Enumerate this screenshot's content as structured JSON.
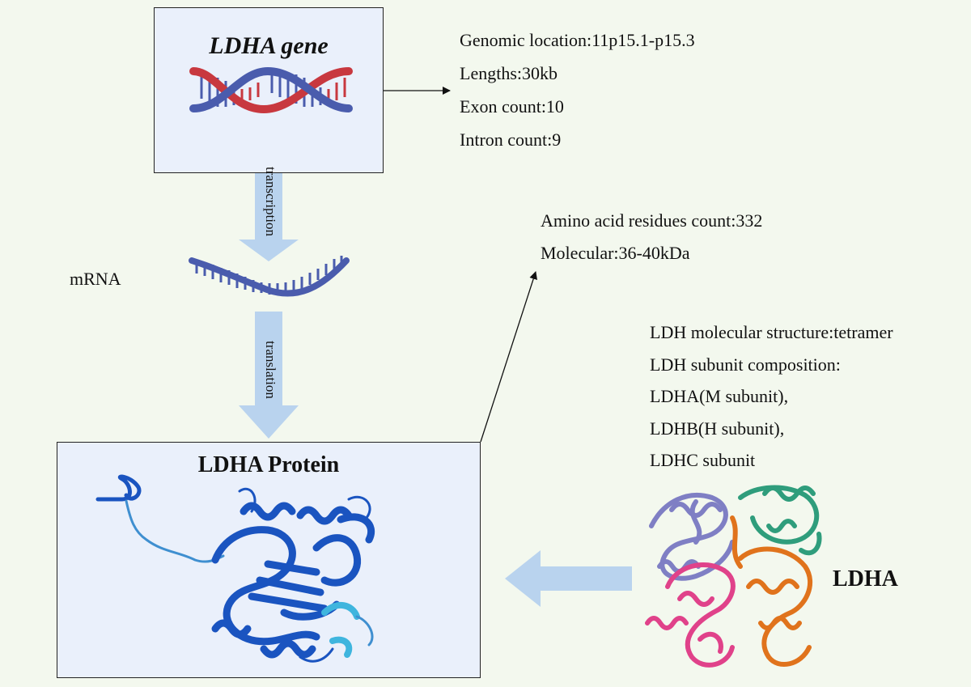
{
  "gene_box": {
    "title": "LDHA gene"
  },
  "gene_info": [
    "Genomic location:11p15.1-p15.3",
    "Lengths:30kb",
    "Exon count:10",
    "Intron count:9"
  ],
  "flow": {
    "transcription_label": "transcription",
    "mrna_label": "mRNA",
    "translation_label": "translation"
  },
  "protein_box": {
    "title": "LDHA Protein"
  },
  "protein_info": [
    "Amino acid residues count:332",
    "Molecular:36-40kDa"
  ],
  "ldh_info": [
    "LDH molecular structure:tetramer",
    "LDH subunit composition:",
    "LDHA(M subunit),",
    "LDHB(H subunit),",
    "LDHC subunit"
  ],
  "tetramer_label": "LDHA",
  "colors": {
    "background": "#f3f8ee",
    "box_fill": "#eaf0fb",
    "dna_red": "#c8383f",
    "dna_blue": "#4a5cad",
    "arrow_blue": "#b9d3ee",
    "protein_blue": "#1a54c0",
    "protein_cyan": "#3fb5de",
    "subunit_purple": "#7f7fc4",
    "subunit_green": "#2f9d7c",
    "subunit_pink": "#e0428a",
    "subunit_orange": "#e0731c"
  }
}
